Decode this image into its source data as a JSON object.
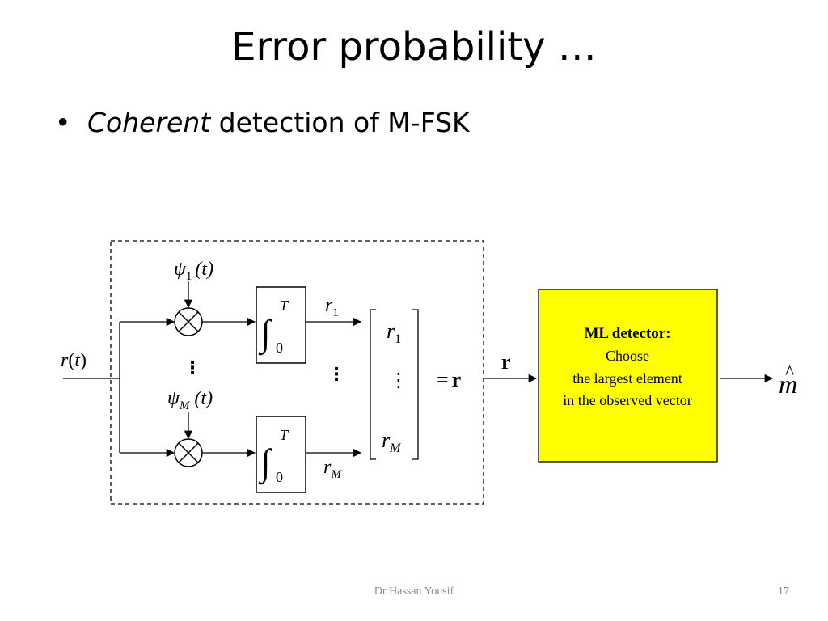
{
  "slide": {
    "title": "Error probability …",
    "bullet": {
      "emphasis": "Coherent",
      "rest": " detection of M-FSK"
    },
    "footer": {
      "author": "Dr Hassan Yousif",
      "page": "17"
    }
  },
  "diagram": {
    "input_label": {
      "var": "r",
      "open": "(",
      "arg": "t",
      "close": ")"
    },
    "basis_1": {
      "var": "ψ",
      "sub": "1",
      "arg": "(t)"
    },
    "basis_M": {
      "var": "ψ",
      "sub": "M",
      "arg": "(t)"
    },
    "integrator": {
      "symbol": "∫",
      "upper": "T",
      "lower": "0"
    },
    "output_1": {
      "var": "r",
      "sub": "1"
    },
    "output_M": {
      "var": "r",
      "sub": "M"
    },
    "vector": {
      "top_var": "r",
      "top_sub": "1",
      "bottom_var": "r",
      "bottom_sub": "M",
      "dots": "⋮"
    },
    "equals_r": {
      "eq": "=",
      "bold": "r"
    },
    "vector_label": "r",
    "detector": {
      "heading": "ML detector:",
      "line1": "Choose",
      "line2": "the largest element",
      "line3": "in the observed vector",
      "fill": "#ffff00"
    },
    "output": {
      "var": "m",
      "hat": "^"
    },
    "vdots": "⋮"
  }
}
